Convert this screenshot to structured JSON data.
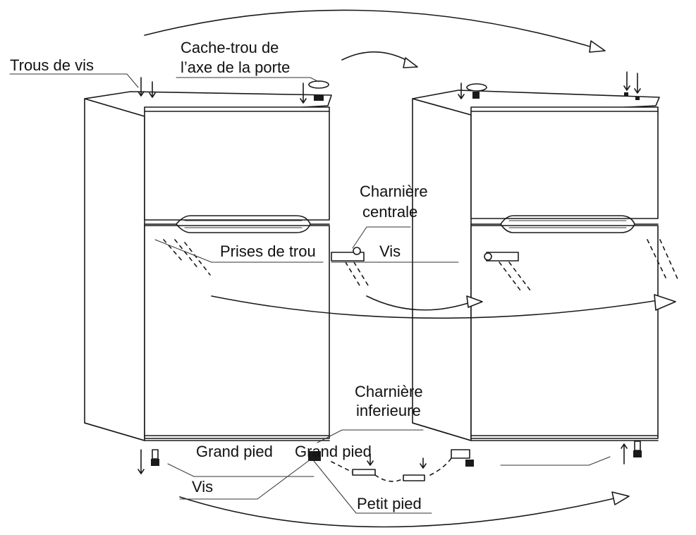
{
  "labels": {
    "trous_de_vis": "Trous de vis",
    "cache_trou_1": "Cache-trou de",
    "cache_trou_2": "l’axe de la porte",
    "charniere_centrale_1": "Charnière",
    "charniere_centrale_2": "centrale",
    "prises_de_trou": "Prises de trou",
    "vis_center": "Vis",
    "charniere_inferieure_1": "Charnière",
    "charniere_inferieure_2": "inferieure",
    "grand_pied_1": "Grand pied",
    "grand_pied_2": "Grand pied",
    "vis_bottom": "Vis",
    "petit_pied": "Petit pied",
    "figure_mark": ""
  },
  "colors": {
    "line": "#1a1a1a",
    "background": "#ffffff"
  }
}
